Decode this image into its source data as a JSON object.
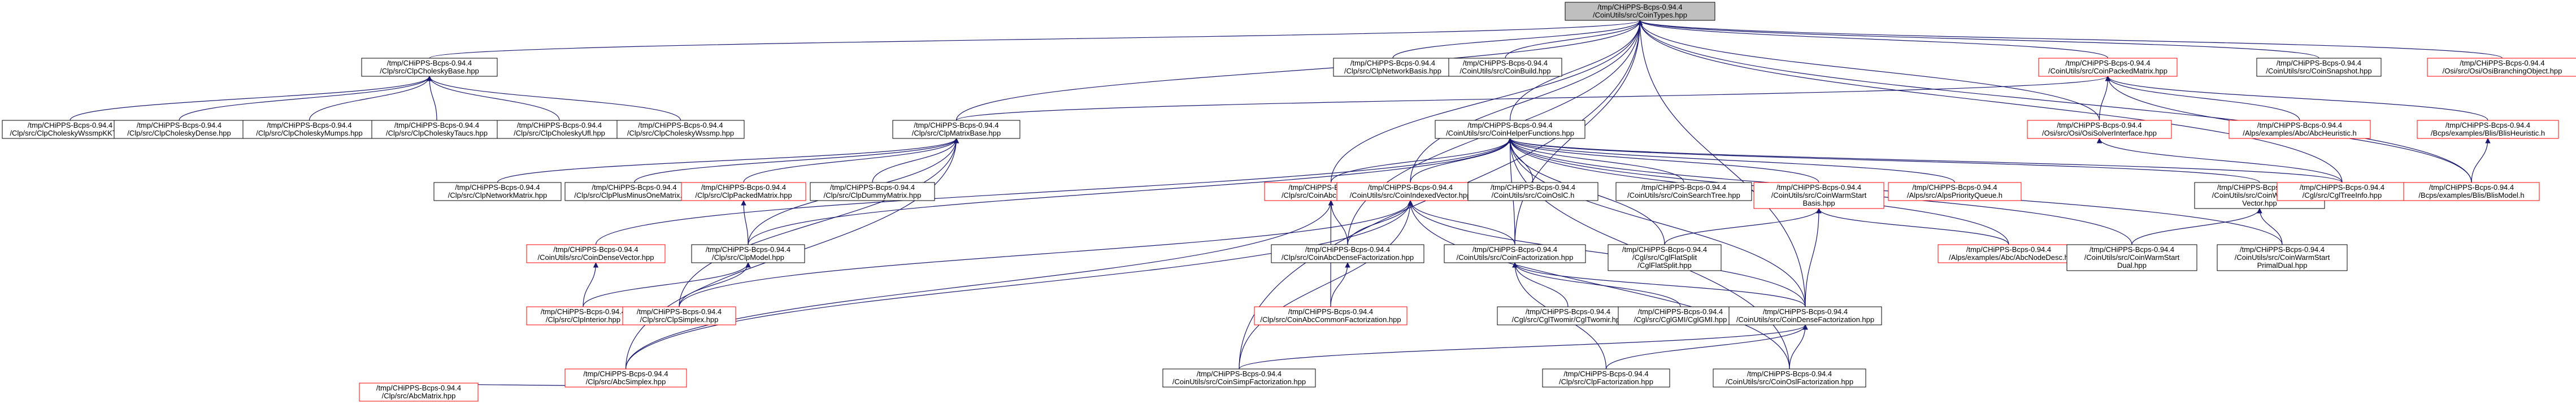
{
  "colors": {
    "background": "#ffffff",
    "node_fill": "#ffffff",
    "root_fill": "#bfbfbf",
    "normal_border": "#000000",
    "red_border": "#ff0000",
    "edge": "#191970",
    "text": "#000000"
  },
  "nodes": [
    {
      "id": "root",
      "lines": [
        "/tmp/CHiPPS-Bcps-0.94.4",
        "/CoinUtils/src/CoinTypes.hpp"
      ],
      "style": "root"
    },
    {
      "id": "ClpCholeskyBase",
      "lines": [
        "/tmp/CHiPPS-Bcps-0.94.4",
        "/Clp/src/ClpCholeskyBase.hpp"
      ],
      "style": "normal"
    },
    {
      "id": "ClpNetworkBasis",
      "lines": [
        "/tmp/CHiPPS-Bcps-0.94.4",
        "/Clp/src/ClpNetworkBasis.hpp"
      ],
      "style": "normal"
    },
    {
      "id": "CoinBuild",
      "lines": [
        "/tmp/CHiPPS-Bcps-0.94.4",
        "/CoinUtils/src/CoinBuild.hpp"
      ],
      "style": "normal"
    },
    {
      "id": "CoinPackedMatrix",
      "lines": [
        "/tmp/CHiPPS-Bcps-0.94.4",
        "/CoinUtils/src/CoinPackedMatrix.hpp"
      ],
      "style": "red"
    },
    {
      "id": "CoinSnapshot",
      "lines": [
        "/tmp/CHiPPS-Bcps-0.94.4",
        "/CoinUtils/src/CoinSnapshot.hpp"
      ],
      "style": "normal"
    },
    {
      "id": "OsiBranchingObject",
      "lines": [
        "/tmp/CHiPPS-Bcps-0.94.4",
        "/Osi/src/Osi/OsiBranchingObject.hpp"
      ],
      "style": "red"
    },
    {
      "id": "CholWssmpKKT",
      "lines": [
        "/tmp/CHiPPS-Bcps-0.94.4",
        "/Clp/src/ClpCholeskyWssmpKKT.hpp"
      ],
      "style": "normal"
    },
    {
      "id": "CholDense",
      "lines": [
        "/tmp/CHiPPS-Bcps-0.94.4",
        "/Clp/src/ClpCholeskyDense.hpp"
      ],
      "style": "normal"
    },
    {
      "id": "CholMumps",
      "lines": [
        "/tmp/CHiPPS-Bcps-0.94.4",
        "/Clp/src/ClpCholeskyMumps.hpp"
      ],
      "style": "normal"
    },
    {
      "id": "CholTaucs",
      "lines": [
        "/tmp/CHiPPS-Bcps-0.94.4",
        "/Clp/src/ClpCholeskyTaucs.hpp"
      ],
      "style": "normal"
    },
    {
      "id": "CholUfl",
      "lines": [
        "/tmp/CHiPPS-Bcps-0.94.4",
        "/Clp/src/ClpCholeskyUfl.hpp"
      ],
      "style": "normal"
    },
    {
      "id": "CholWssmp",
      "lines": [
        "/tmp/CHiPPS-Bcps-0.94.4",
        "/Clp/src/ClpCholeskyWssmp.hpp"
      ],
      "style": "normal"
    },
    {
      "id": "ClpMatrixBase",
      "lines": [
        "/tmp/CHiPPS-Bcps-0.94.4",
        "/Clp/src/ClpMatrixBase.hpp"
      ],
      "style": "normal"
    },
    {
      "id": "CoinHelper",
      "lines": [
        "/tmp/CHiPPS-Bcps-0.94.4",
        "/CoinUtils/src/CoinHelperFunctions.hpp"
      ],
      "style": "normal"
    },
    {
      "id": "OsiSolverInterface",
      "lines": [
        "/tmp/CHiPPS-Bcps-0.94.4",
        "/Osi/src/Osi/OsiSolverInterface.hpp"
      ],
      "style": "red"
    },
    {
      "id": "AbcHeuristic",
      "lines": [
        "/tmp/CHiPPS-Bcps-0.94.4",
        "/Alps/examples/Abc/AbcHeuristic.h"
      ],
      "style": "red"
    },
    {
      "id": "BlisHeuristic",
      "lines": [
        "/tmp/CHiPPS-Bcps-0.94.4",
        "/Bcps/examples/Blis/BlisHeuristic.h"
      ],
      "style": "red"
    },
    {
      "id": "ClpNetworkMatrix",
      "lines": [
        "/tmp/CHiPPS-Bcps-0.94.4",
        "/Clp/src/ClpNetworkMatrix.hpp"
      ],
      "style": "normal"
    },
    {
      "id": "ClpPlusMinus",
      "lines": [
        "/tmp/CHiPPS-Bcps-0.94.4",
        "/Clp/src/ClpPlusMinusOneMatrix.hpp"
      ],
      "style": "normal"
    },
    {
      "id": "ClpPacked",
      "lines": [
        "/tmp/CHiPPS-Bcps-0.94.4",
        "/Clp/src/ClpPackedMatrix.hpp"
      ],
      "style": "red"
    },
    {
      "id": "ClpDummy",
      "lines": [
        "/tmp/CHiPPS-Bcps-0.94.4",
        "/Clp/src/ClpDummyMatrix.hpp"
      ],
      "style": "normal"
    },
    {
      "id": "CoinAbcCommon",
      "lines": [
        "/tmp/CHiPPS-Bcps-0.94.4",
        "/Clp/src/CoinAbcCommon.hpp"
      ],
      "style": "red"
    },
    {
      "id": "CoinIndexed",
      "lines": [
        "/tmp/CHiPPS-Bcps-0.94.4",
        "/CoinUtils/src/CoinIndexedVector.hpp"
      ],
      "style": "red"
    },
    {
      "id": "CoinOslC",
      "lines": [
        "/tmp/CHiPPS-Bcps-0.94.4",
        "/CoinUtils/src/CoinOslC.h"
      ],
      "style": "normal"
    },
    {
      "id": "CoinSearchTree",
      "lines": [
        "/tmp/CHiPPS-Bcps-0.94.4",
        "/CoinUtils/src/CoinSearchTree.hpp"
      ],
      "style": "normal"
    },
    {
      "id": "CoinWarmStartBasis",
      "lines": [
        "/tmp/CHiPPS-Bcps-0.94.4",
        "/CoinUtils/src/CoinWarmStart",
        "Basis.hpp"
      ],
      "style": "red"
    },
    {
      "id": "AlpsPQ",
      "lines": [
        "/tmp/CHiPPS-Bcps-0.94.4",
        "/Alps/src/AlpsPriorityQueue.h"
      ],
      "style": "red"
    },
    {
      "id": "CoinWarmStartVector",
      "lines": [
        "/tmp/CHiPPS-Bcps-0.94.4",
        "/CoinUtils/src/CoinWarmStart",
        "Vector.hpp"
      ],
      "style": "normal"
    },
    {
      "id": "CglTreeInfo",
      "lines": [
        "/tmp/CHiPPS-Bcps-0.94.4",
        "/Cgl/src/CglTreeInfo.hpp"
      ],
      "style": "red"
    },
    {
      "id": "BlisModel",
      "lines": [
        "/tmp/CHiPPS-Bcps-0.94.4",
        "/Bcps/examples/Blis/BlisModel.h"
      ],
      "style": "red"
    },
    {
      "id": "CoinDenseVector",
      "lines": [
        "/tmp/CHiPPS-Bcps-0.94.4",
        "/CoinUtils/src/CoinDenseVector.hpp"
      ],
      "style": "red"
    },
    {
      "id": "ClpModel",
      "lines": [
        "/tmp/CHiPPS-Bcps-0.94.4",
        "/Clp/src/ClpModel.hpp"
      ],
      "style": "normal"
    },
    {
      "id": "CoinAbcDenseFact",
      "lines": [
        "/tmp/CHiPPS-Bcps-0.94.4",
        "/Clp/src/CoinAbcDenseFactorization.hpp"
      ],
      "style": "normal"
    },
    {
      "id": "CoinFactorization",
      "lines": [
        "/tmp/CHiPPS-Bcps-0.94.4",
        "/CoinUtils/src/CoinFactorization.hpp"
      ],
      "style": "normal"
    },
    {
      "id": "CglFlatSplit",
      "lines": [
        "/tmp/CHiPPS-Bcps-0.94.4",
        "/Cgl/src/CglFlatSplit",
        "/CglFlatSplit.hpp"
      ],
      "style": "normal"
    },
    {
      "id": "AbcNodeDesc",
      "lines": [
        "/tmp/CHiPPS-Bcps-0.94.4",
        "/Alps/examples/Abc/AbcNodeDesc.h"
      ],
      "style": "red"
    },
    {
      "id": "CoinWarmStartDual",
      "lines": [
        "/tmp/CHiPPS-Bcps-0.94.4",
        "/CoinUtils/src/CoinWarmStart",
        "Dual.hpp"
      ],
      "style": "normal"
    },
    {
      "id": "CoinWarmStartPrimalDual",
      "lines": [
        "/tmp/CHiPPS-Bcps-0.94.4",
        "/CoinUtils/src/CoinWarmStart",
        "PrimalDual.hpp"
      ],
      "style": "normal"
    },
    {
      "id": "ClpLinear",
      "lines": [
        "/tmp/CHiPPS-Bcps-0.94.4",
        "/Clp/src/ClpInterior.hpp"
      ],
      "style": "red"
    },
    {
      "id": "ClpSimplex",
      "lines": [
        "/tmp/CHiPPS-Bcps-0.94.4",
        "/Clp/src/ClpSimplex.hpp"
      ],
      "style": "red"
    },
    {
      "id": "CoinAbcCommonFact",
      "lines": [
        "/tmp/CHiPPS-Bcps-0.94.4",
        "/Clp/src/CoinAbcCommonFactorization.hpp"
      ],
      "style": "red"
    },
    {
      "id": "CglTwomir",
      "lines": [
        "/tmp/CHiPPS-Bcps-0.94.4",
        "/Cgl/src/CglTwomir/CglTwomir.hpp"
      ],
      "style": "normal"
    },
    {
      "id": "CglGMI",
      "lines": [
        "/tmp/CHiPPS-Bcps-0.94.4",
        "/Cgl/src/CglGMI/CglGMI.hpp"
      ],
      "style": "normal"
    },
    {
      "id": "CoinDenseFact",
      "lines": [
        "/tmp/CHiPPS-Bcps-0.94.4",
        "/CoinUtils/src/CoinDenseFactorization.hpp"
      ],
      "style": "normal"
    },
    {
      "id": "AbcSimplex",
      "lines": [
        "/tmp/CHiPPS-Bcps-0.94.4",
        "/Clp/src/AbcSimplex.hpp"
      ],
      "style": "red"
    },
    {
      "id": "CoinSimpFact",
      "lines": [
        "/tmp/CHiPPS-Bcps-0.94.4",
        "/CoinUtils/src/CoinSimpFactorization.hpp"
      ],
      "style": "normal"
    },
    {
      "id": "ClpFactorization",
      "lines": [
        "/tmp/CHiPPS-Bcps-0.94.4",
        "/Clp/src/ClpFactorization.hpp"
      ],
      "style": "normal"
    },
    {
      "id": "CoinOslFact",
      "lines": [
        "/tmp/CHiPPS-Bcps-0.94.4",
        "/CoinUtils/src/CoinOslFactorization.hpp"
      ],
      "style": "normal"
    },
    {
      "id": "AbcMatrix",
      "lines": [
        "/tmp/CHiPPS-Bcps-0.94.4",
        "/Clp/src/AbcMatrix.hpp"
      ],
      "style": "red"
    }
  ],
  "edges": [
    [
      "ClpCholeskyBase",
      "root"
    ],
    [
      "ClpNetworkBasis",
      "root"
    ],
    [
      "CoinBuild",
      "root"
    ],
    [
      "CoinPackedMatrix",
      "root"
    ],
    [
      "CoinSnapshot",
      "root"
    ],
    [
      "OsiBranchingObject",
      "root"
    ],
    [
      "ClpMatrixBase",
      "root"
    ],
    [
      "CoinHelper",
      "root"
    ],
    [
      "OsiSolverInterface",
      "root"
    ],
    [
      "CoinIndexed",
      "root"
    ],
    [
      "CoinAbcCommon",
      "root"
    ],
    [
      "CoinFactorization",
      "root"
    ],
    [
      "CoinAbcDenseFact",
      "root"
    ],
    [
      "CoinSimpFact",
      "root"
    ],
    [
      "CoinDenseFact",
      "root"
    ],
    [
      "BlisModel",
      "root"
    ],
    [
      "CglTreeInfo",
      "root"
    ],
    [
      "CholWssmpKKT",
      "ClpCholeskyBase"
    ],
    [
      "CholDense",
      "ClpCholeskyBase"
    ],
    [
      "CholMumps",
      "ClpCholeskyBase"
    ],
    [
      "CholTaucs",
      "ClpCholeskyBase"
    ],
    [
      "CholUfl",
      "ClpCholeskyBase"
    ],
    [
      "CholWssmp",
      "ClpCholeskyBase"
    ],
    [
      "ClpMatrixBase",
      "CoinPackedMatrix"
    ],
    [
      "OsiSolverInterface",
      "CoinPackedMatrix"
    ],
    [
      "AbcHeuristic",
      "CoinPackedMatrix"
    ],
    [
      "BlisHeuristic",
      "CoinPackedMatrix"
    ],
    [
      "BlisModel",
      "CoinPackedMatrix"
    ],
    [
      "CglTreeInfo",
      "OsiSolverInterface"
    ],
    [
      "BlisModel",
      "BlisHeuristic"
    ],
    [
      "ClpNetworkMatrix",
      "ClpMatrixBase"
    ],
    [
      "ClpPlusMinus",
      "ClpMatrixBase"
    ],
    [
      "ClpPacked",
      "ClpMatrixBase"
    ],
    [
      "ClpDummy",
      "ClpMatrixBase"
    ],
    [
      "ClpModel",
      "ClpMatrixBase"
    ],
    [
      "ClpSimplex",
      "ClpMatrixBase"
    ],
    [
      "AbcSimplex",
      "ClpMatrixBase"
    ],
    [
      "CoinAbcCommon",
      "CoinHelper"
    ],
    [
      "CoinIndexed",
      "CoinHelper"
    ],
    [
      "CoinOslC",
      "CoinHelper"
    ],
    [
      "CoinSearchTree",
      "CoinHelper"
    ],
    [
      "CoinWarmStartBasis",
      "CoinHelper"
    ],
    [
      "AlpsPQ",
      "CoinHelper"
    ],
    [
      "CoinWarmStartVector",
      "CoinHelper"
    ],
    [
      "CglTreeInfo",
      "CoinHelper"
    ],
    [
      "CoinDenseVector",
      "CoinHelper"
    ],
    [
      "ClpModel",
      "CoinHelper"
    ],
    [
      "AbcNodeDesc",
      "CoinHelper"
    ],
    [
      "CoinWarmStartDual",
      "CoinHelper"
    ],
    [
      "CoinDenseFact",
      "CoinHelper"
    ],
    [
      "CoinOslFact",
      "CoinHelper"
    ],
    [
      "CoinFactorization",
      "CoinHelper"
    ],
    [
      "ClpModel",
      "ClpPacked"
    ],
    [
      "CoinAbcDenseFact",
      "CoinAbcCommon"
    ],
    [
      "CoinAbcCommonFact",
      "CoinAbcCommon"
    ],
    [
      "AbcSimplex",
      "CoinAbcCommon"
    ],
    [
      "CoinAbcDenseFact",
      "CoinIndexed"
    ],
    [
      "CoinFactorization",
      "CoinIndexed"
    ],
    [
      "ClpSimplex",
      "CoinIndexed"
    ],
    [
      "CoinSimpFact",
      "CoinIndexed"
    ],
    [
      "CoinDenseFact",
      "CoinIndexed"
    ],
    [
      "AbcSimplex",
      "CoinIndexed"
    ],
    [
      "CoinOslFact",
      "CoinIndexed"
    ],
    [
      "CglFlatSplit",
      "CoinWarmStartBasis"
    ],
    [
      "AbcNodeDesc",
      "CoinWarmStartBasis"
    ],
    [
      "CoinDenseFact",
      "CoinWarmStartBasis"
    ],
    [
      "CoinWarmStartDual",
      "CoinWarmStartVector"
    ],
    [
      "CoinWarmStartPrimalDual",
      "CoinWarmStartVector"
    ],
    [
      "CoinWarmStartPrimalDual",
      "CoinHelper"
    ],
    [
      "CglFlatSplit",
      "CoinHelper"
    ],
    [
      "ClpLinear",
      "CoinDenseVector"
    ],
    [
      "ClpLinear",
      "ClpModel"
    ],
    [
      "ClpSimplex",
      "ClpModel"
    ],
    [
      "CoinAbcCommonFact",
      "CoinAbcDenseFact"
    ],
    [
      "CglTwomir",
      "CoinFactorization"
    ],
    [
      "CglGMI",
      "CoinFactorization"
    ],
    [
      "ClpFactorization",
      "CoinFactorization"
    ],
    [
      "CoinDenseFact",
      "CoinFactorization"
    ],
    [
      "CoinSimpFact",
      "CoinDenseFact"
    ],
    [
      "ClpFactorization",
      "CoinDenseFact"
    ],
    [
      "CoinOslFact",
      "CoinDenseFact"
    ],
    [
      "ClpSimplex",
      "ClpSimplexH"
    ],
    [
      "AbcMatrix",
      "AbcSimplex"
    ],
    [
      "ClpFactorization",
      "ClpSimplexH"
    ]
  ]
}
